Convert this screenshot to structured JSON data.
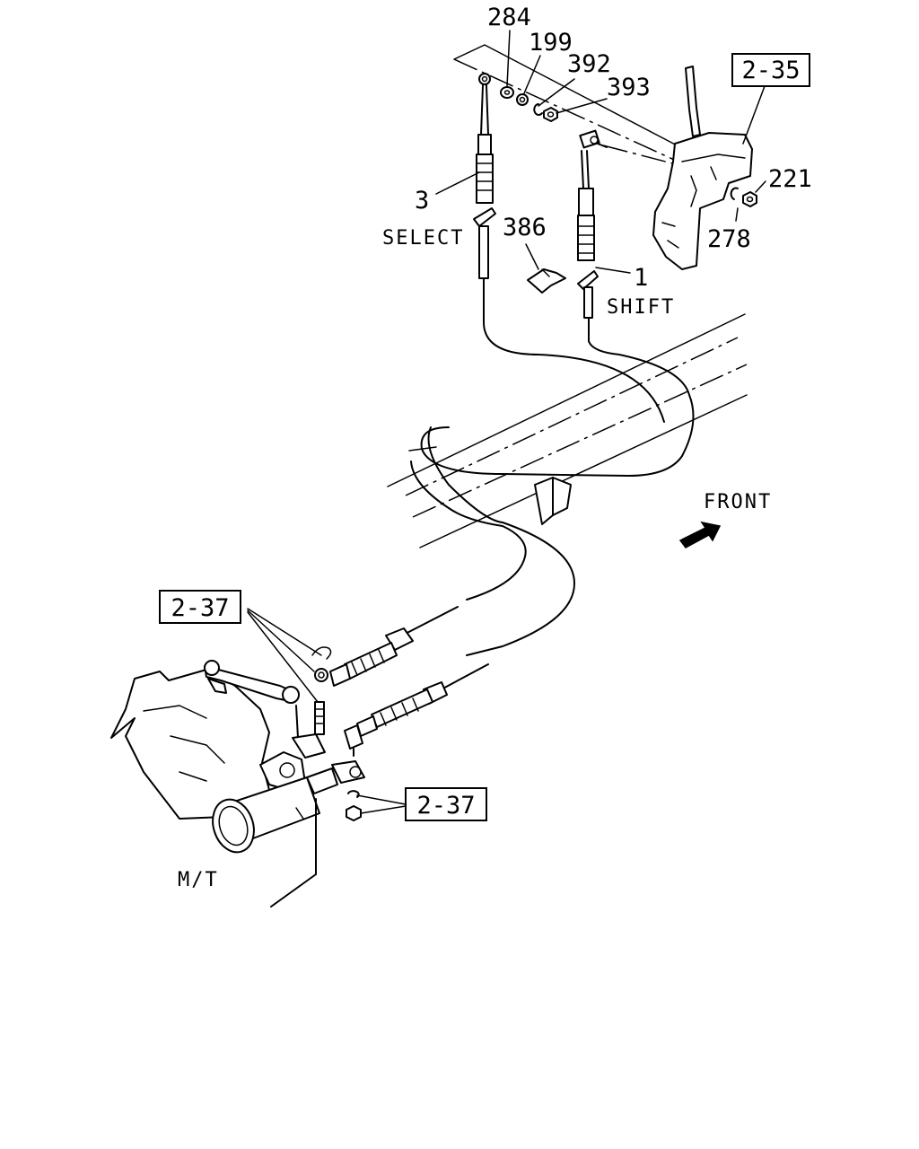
{
  "parts": {
    "p284": "284",
    "p199": "199",
    "p392": "392",
    "p393": "393",
    "p3": "3",
    "p386": "386",
    "p1": "1",
    "p221": "221",
    "p278": "278"
  },
  "labels": {
    "select": "SELECT",
    "shift": "SHIFT",
    "front": "FRONT",
    "mt": "M/T"
  },
  "refs": {
    "ref_2_35": "2-35",
    "ref_2_37_upper": "2-37",
    "ref_2_37_lower": "2-37"
  }
}
